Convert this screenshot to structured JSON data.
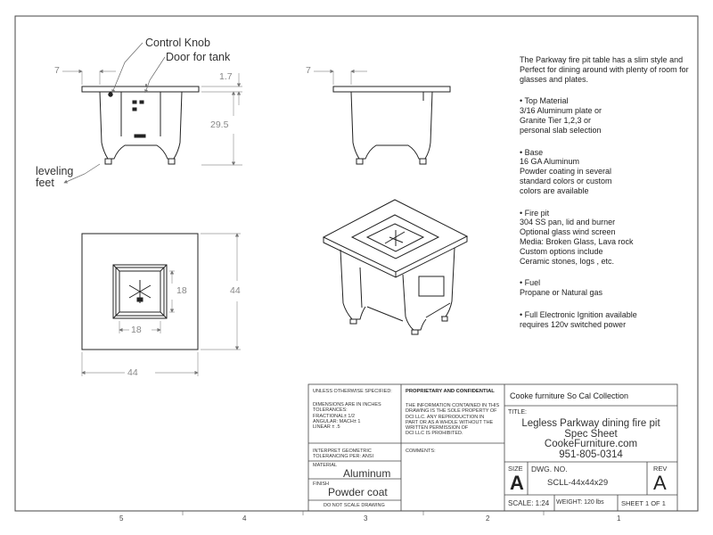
{
  "callouts": {
    "control_knob": "Control Knob",
    "door_for_tank": "Door for tank",
    "leveling_feet_line1": "leveling",
    "leveling_feet_line2": "feet"
  },
  "dimensions": {
    "front_overhang": "7",
    "front_top_thickness": "1.7",
    "front_height": "29.5",
    "side_overhang": "7",
    "plan_burner_width": "18",
    "plan_burner_depth": "18",
    "plan_width": "44",
    "plan_depth": "44"
  },
  "description": {
    "intro": "The Parkway fire pit table has a slim style and Perfect for dining around with plenty of room for glasses and plates.",
    "sections": [
      {
        "lines": [
          "• Top Material",
          "3/16 Aluminum plate or",
          "Granite Tier 1,2,3 or",
          "personal slab selection"
        ]
      },
      {
        "lines": [
          "• Base",
          "16 GA Aluminum",
          "Powder coating in several",
          "standard colors or custom",
          "colors are available"
        ]
      },
      {
        "lines": [
          "• Fire pit",
          "304 SS pan, lid and burner",
          "Optional glass wind screen",
          "Media: Broken Glass, Lava rock",
          "Custom options include",
          "Ceramic stones, logs , etc."
        ]
      },
      {
        "lines": [
          "• Fuel",
          "Propane or Natural gas"
        ]
      },
      {
        "lines": [
          "•  Full Electronic Ignition available",
          "requires 120v switched power"
        ]
      }
    ]
  },
  "title_block": {
    "unless_specified": "UNLESS OTHERWISE SPECIFIED:",
    "dimensions_note": [
      "DIMENSIONS ARE IN INCHES",
      "TOLERANCES:",
      "FRACTIONAL± 1/2",
      "ANGULAR: MACH± 1",
      "LINEAR   ± .5"
    ],
    "interpret": [
      "INTERPRET GEOMETRIC",
      "TOLERANCING PER: ANSI"
    ],
    "material_label": "MATERIAL",
    "material_value": "Aluminum",
    "finish_label": "FINISH",
    "finish_value": "Powder coat",
    "do_not_scale": "DO NOT SCALE DRAWING",
    "proprietary_heading": "PROPRIETARY AND CONFIDENTIAL",
    "proprietary_text": [
      "THE INFORMATION CONTAINED IN THIS",
      "DRAWING IS THE SOLE PROPERTY OF",
      "DCI LLC. ANY REPRODUCTION IN",
      "PART OR AS A WHOLE WITHOUT THE",
      "WRITTEN PERMISSION OF",
      "DCI LLC IS PROHIBITED."
    ],
    "comments_label": "COMMENTS:",
    "company": "Cooke furniture So Cal Collection",
    "title_label": "TITLE:",
    "title_lines": [
      "Legless Parkway dining fire pit",
      "Spec Sheet",
      "CookeFurniture.com",
      "951-805-0314"
    ],
    "size_label": "SIZE",
    "size_value": "A",
    "dwg_no_label": "DWG.  NO.",
    "dwg_no_value": "SCLL-44x44x29",
    "rev_label": "REV",
    "rev_value": "A",
    "scale": "SCALE: 1:24",
    "weight": "WEIGHT: 120 lbs",
    "sheet": "SHEET 1 OF 1"
  },
  "border_columns": [
    "5",
    "4",
    "3",
    "2",
    "1"
  ]
}
